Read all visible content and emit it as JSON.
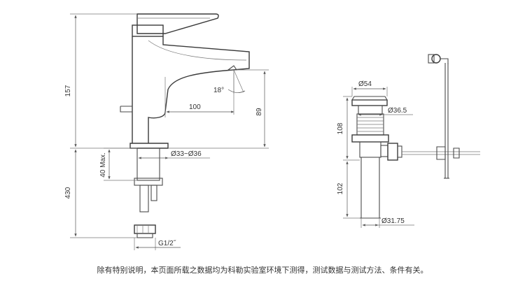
{
  "dimensions": {
    "total_height": "157",
    "spout_reach": "100",
    "spout_angle": "18°",
    "spout_height": "89",
    "hole_diameter": "Ø33~Ø36",
    "max_deck": "40 Max.",
    "hose_length": "430",
    "connection": "G1/2˝",
    "drain_top_dia": "Ø54",
    "drain_body_dia": "Ø36.5",
    "drain_height": "108",
    "drain_tail": "102",
    "drain_outlet_dia": "Ø31.75"
  },
  "footnote": "除有特别说明，本页面所载之数据均为科勒实验室环境下测得，测试数据与测试方法、条件有关。"
}
